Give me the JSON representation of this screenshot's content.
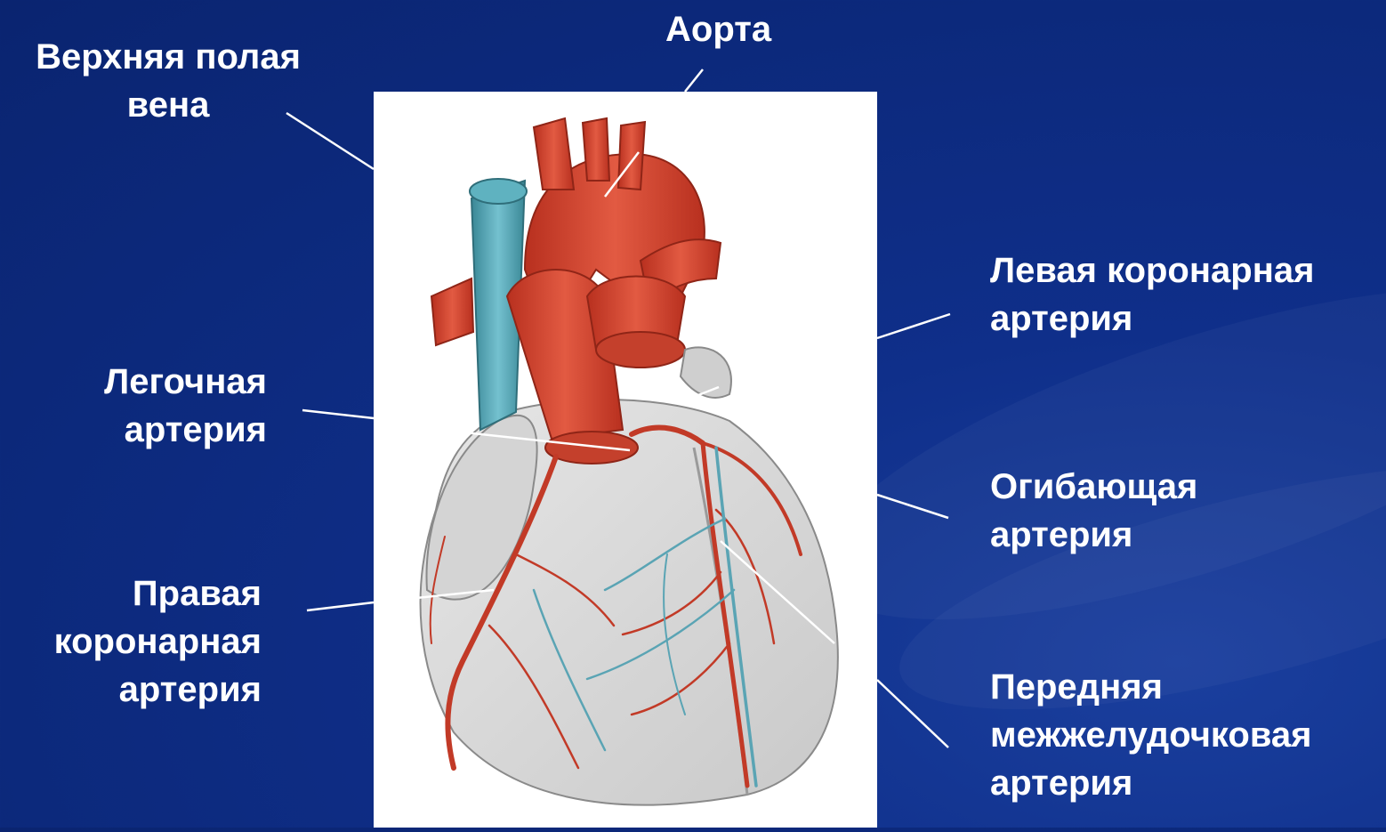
{
  "labels": {
    "aorta": {
      "lines": [
        "Аорта"
      ]
    },
    "superior_vena_cava": {
      "lines": [
        "Верхняя полая",
        "вена"
      ]
    },
    "pulmonary_artery": {
      "lines": [
        "Легочная",
        "артерия"
      ]
    },
    "right_coronary_artery": {
      "lines": [
        "Правая",
        "коронарная",
        "артерия"
      ]
    },
    "left_coronary_artery": {
      "lines": [
        "Левая коронарная",
        "артерия"
      ]
    },
    "circumflex_artery": {
      "lines": [
        "Огибающая",
        "артерия"
      ]
    },
    "anterior_interventricular_artery": {
      "lines": [
        "Передняя",
        "межжелудочковая",
        "артерия"
      ]
    }
  },
  "colors": {
    "background": "#0f2f8a",
    "artery": "#d9402e",
    "vein": "#4fa8b8",
    "myocardium": "#dcdcdc"
  },
  "illustration": {
    "name": "heart-anterior-view"
  }
}
